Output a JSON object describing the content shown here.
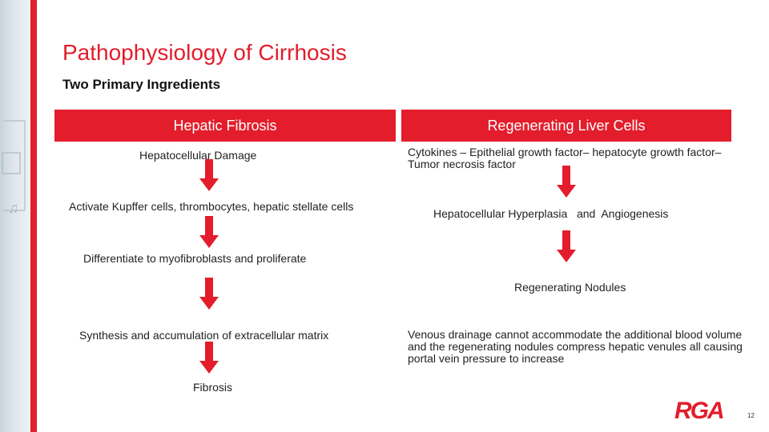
{
  "slide": {
    "title": "Pathophysiology of Cirrhosis",
    "subtitle": "Two Primary Ingredients",
    "page_number": "12",
    "logo_text": "RGA"
  },
  "colors": {
    "accent": "#e31d2b",
    "text": "#222222"
  },
  "left": {
    "header": "Hepatic Fibrosis",
    "steps": [
      "Hepatocellular Damage",
      "Activate Kupffer cells, thrombocytes, hepatic stellate cells",
      "Differentiate to myofibroblasts and proliferate",
      "Synthesis and accumulation of extracellular matrix",
      "Fibrosis"
    ]
  },
  "right": {
    "header": "Regenerating Liver Cells",
    "steps": [
      "Cytokines – Epithelial growth factor– hepatocyte growth factor– Tumor necrosis factor",
      "Hepatocellular Hyperplasia   and  Angiogenesis",
      "Regenerating Nodules",
      "Venous drainage cannot accommodate the additional blood volume and the regenerating nodules compress hepatic venules all causing portal vein pressure to increase"
    ]
  }
}
